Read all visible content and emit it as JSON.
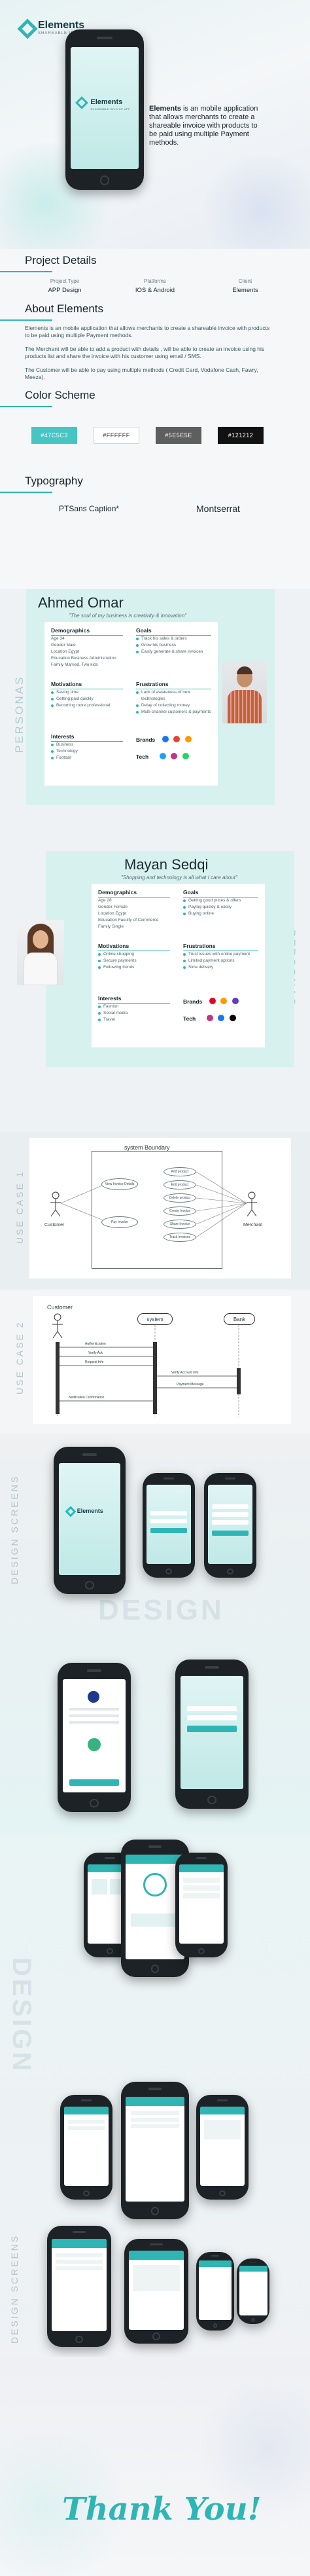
{
  "brand": {
    "title": "Elements",
    "subtitle": "SHAREABLE INVOICE APP"
  },
  "hero": {
    "desc_bold": "Elements",
    "desc_rest": " is an mobile application that allows merchants to create a shareable invoice with products to be paid using multiple Payment methods."
  },
  "details": {
    "heading": "Project Details",
    "cols": [
      {
        "k": "Project Type",
        "v": "APP Design"
      },
      {
        "k": "Platforms",
        "v": "IOS & Android"
      },
      {
        "k": "Client",
        "v": "Elements"
      }
    ]
  },
  "about": {
    "heading": "About Elements",
    "p1": "Elements is an mobile application that allows merchants to create a shareable invoice with products to be paid using multiple Payment methods.",
    "p2": "The Merchant will be able to add a product with details , will be able to create an invoice using his products list and share the invoice with his customer using email / SMS.",
    "p3": "The Customer will be able to pay using multiple methods ( Credit Card, Vodafone Cash, Fawry, Meeza)."
  },
  "colors": {
    "heading": "Color Scheme",
    "swatches": [
      {
        "label": "#47C5C3",
        "bg": "#47C5C3",
        "fg": "#ffffff"
      },
      {
        "label": "#FFFFFF",
        "bg": "#FFFFFF",
        "fg": "#333333"
      },
      {
        "label": "#5E5E5E",
        "bg": "#5E5E5E",
        "fg": "#ffffff"
      },
      {
        "label": "#121212",
        "bg": "#121212",
        "fg": "#ffffff"
      }
    ]
  },
  "typography": {
    "heading": "Typography",
    "font1": "PTSans Caption*",
    "font2": "Montserrat"
  },
  "personas": {
    "label": "PERSONAS",
    "p1": {
      "name": "Ahmed Omar",
      "quote": "\"The soul of my business is creativity & innovation\"",
      "demographics": "Demographics",
      "demo_rows": [
        "Age   34",
        "Gender   Male",
        "Location   Egypt",
        "Education   Business Administration",
        "Family   Married, Two kids"
      ],
      "goals": "Goals",
      "goal_rows": [
        "Track his sales & orders",
        "Grow his business",
        "Easily generate & share invoices"
      ],
      "motivations": "Motivations",
      "motivation_rows": [
        "Saving time",
        "Getting paid quickly",
        "Becoming more professional"
      ],
      "frustrations": "Frustrations",
      "frustration_rows": [
        "Lack of awareness of new technologies",
        "Delay of collecting money",
        "Multi-channel customers & payments"
      ],
      "interests": "Interests",
      "interest_rows": [
        "Business",
        "Technology",
        "Football"
      ],
      "brands": "Brands",
      "tech": "Tech"
    },
    "p2": {
      "name": "Mayan Sedqi",
      "quote": "\"Shopping and technology is all what I care about\"",
      "demographics": "Demographics",
      "demo_rows": [
        "Age   28",
        "Gender   Female",
        "Location   Egypt",
        "Education   Faculty of Commerce",
        "Family   Single"
      ],
      "goals": "Goals",
      "goal_rows": [
        "Getting good prices & offers",
        "Paying quickly & easily",
        "Buying online"
      ],
      "motivations": "Motivations",
      "motivation_rows": [
        "Online shopping",
        "Secure payments",
        "Following trends"
      ],
      "frustrations": "Frustrations",
      "frustration_rows": [
        "Trust issues with online payment",
        "Limited payment options",
        "Slow delivery"
      ],
      "interests": "Interests",
      "interest_rows": [
        "Fashion",
        "Social media",
        "Travel"
      ],
      "brands": "Brands",
      "tech": "Tech"
    }
  },
  "usecase1": {
    "label": "USE CASE 1",
    "boundary": "system Boundary",
    "actor_left": "Customer",
    "actor_right": "Merchant",
    "left_cases": [
      "View Invoice Details",
      "Pay Invoice"
    ],
    "right_cases": [
      "Add product",
      "Edit product",
      "Delete product",
      "Create Invoice",
      "Share Invoice",
      "Track Invoices"
    ]
  },
  "usecase2": {
    "label": "USE CASE 2",
    "customer": "Customer",
    "system": "system",
    "bank": "Bank",
    "messages": [
      "Authentication",
      "Verify Ack",
      "Request Info",
      "Verify Account Info",
      "Payment Message",
      "Notification Confirmation"
    ]
  },
  "design": {
    "label": "DESIGN SCREENS",
    "word": "DESIGN"
  },
  "thanks": {
    "text": "Thank You!"
  }
}
